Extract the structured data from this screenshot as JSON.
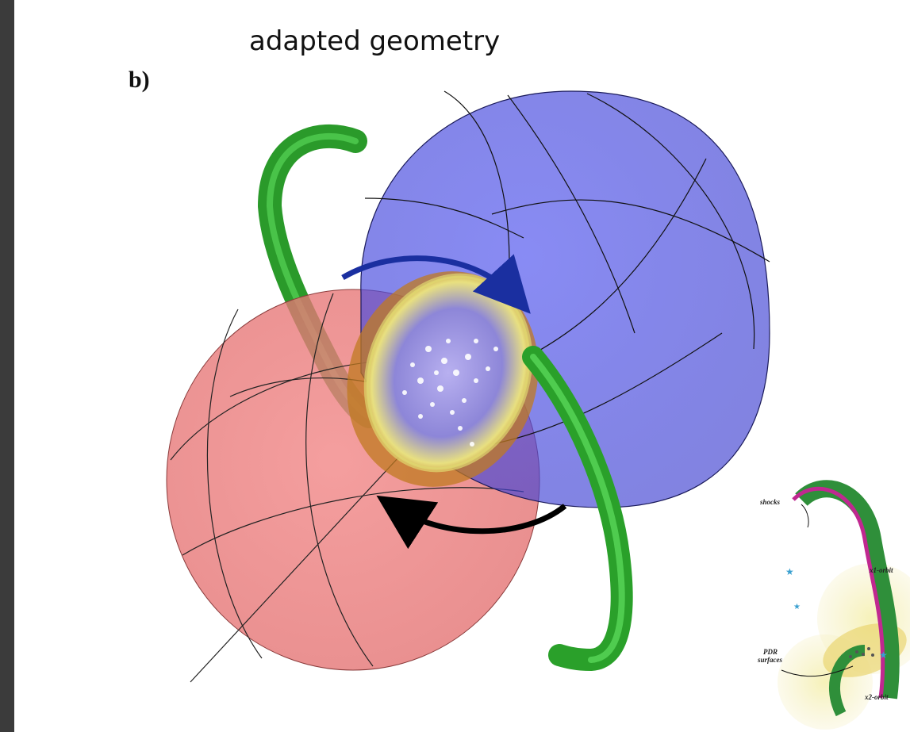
{
  "slide": {
    "title": "adapted geometry",
    "panel_label": "b)"
  },
  "inset": {
    "labels": {
      "shocks": "shocks",
      "x1_orbit": "x1-orbit",
      "pdr_line1": "PDR",
      "pdr_line2": "surfaces",
      "x2_orbit": "x2-orbit"
    }
  },
  "colors": {
    "blue_lobe": "#4b4fe0",
    "red_lobe": "#ef7a7a",
    "green_arm": "#2aa02a",
    "arrow_blue": "#1a2fa0",
    "arrow_black": "#000000",
    "background": "#3b3b3b"
  }
}
